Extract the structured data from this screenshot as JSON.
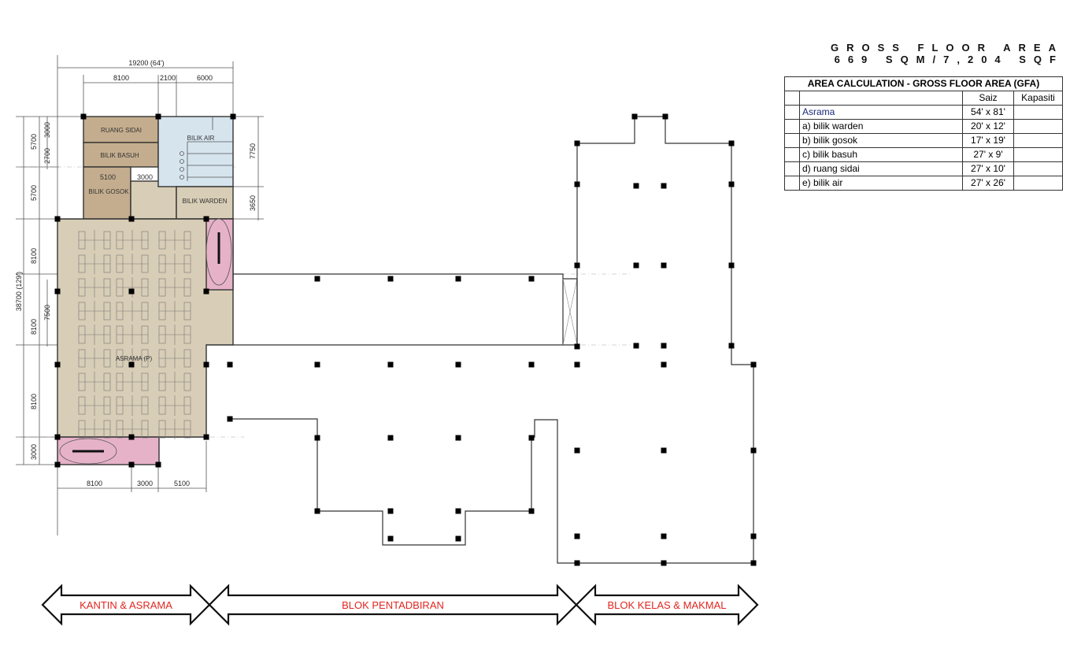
{
  "header": {
    "line1": "GROSS FLOOR AREA",
    "line2": "669 SQM/7,204 SQF"
  },
  "table": {
    "title": "AREA CALCULATION - GROSS FLOOR AREA (GFA)",
    "col_saiz": "Saiz",
    "col_kapasiti": "Kapasiti",
    "rows": [
      {
        "name": "Asrama",
        "size": "54' x 81'",
        "capacity": ""
      },
      {
        "name": "a) bilik warden",
        "size": "20' x 12'",
        "capacity": ""
      },
      {
        "name": "b) bilik gosok",
        "size": "17' x 19'",
        "capacity": ""
      },
      {
        "name": "c) bilik basuh",
        "size": "27' x 9'",
        "capacity": ""
      },
      {
        "name": "d) ruang sidai",
        "size": "27' x 10'",
        "capacity": ""
      },
      {
        "name": "e) bilik air",
        "size": "27' x 26'",
        "capacity": ""
      }
    ]
  },
  "rooms": {
    "ruang_sidai": "RUANG SIDAI",
    "bilik_basuh": "BILIK BASUH",
    "bilik_gosok": "BILIK GOSOK",
    "bilik_air": "BILIK AIR",
    "bilik_warden": "BILIK WARDEN",
    "asrama": "ASRAMA (P)"
  },
  "dimensions": {
    "top_total": "19200 (64')",
    "top_a": "8100",
    "top_b": "2100",
    "top_c": "6000",
    "bottom_a": "8100",
    "bottom_b": "3000",
    "bottom_c": "5100",
    "left_total": "38700 (129')",
    "left_a": "5700",
    "left_b": "5700",
    "left_c": "8100",
    "left_d": "8100",
    "left_e": "8100",
    "left_f": "3000",
    "inner_a": "3000",
    "inner_b": "2700",
    "inner_c": "7500",
    "right_a": "7750",
    "right_b": "3650",
    "gosok_w": "5100",
    "gosok_d": "3000"
  },
  "blocks": {
    "kantin": "KANTIN & ASRAMA",
    "pentadbiran": "BLOK PENTADBIRAN",
    "kelas": "BLOK KELAS & MAKMAL"
  },
  "colors": {
    "room_fill": "#d8cdb6",
    "service_fill": "#c4ad8e",
    "water_fill": "#d6e4ee",
    "stair_fill": "#e6b2c8",
    "block_label": "#e0261f"
  }
}
